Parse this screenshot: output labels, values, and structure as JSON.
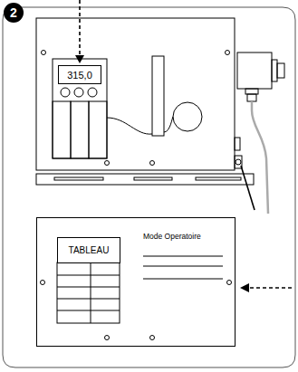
{
  "diagram": {
    "nodes": [
      {
        "text": [
          "2"
        ]
      },
      {
        "text": [
          "315,0"
        ]
      },
      {
        "text": [
          "Mode Operatoire"
        ]
      },
      {
        "text": [
          "TABLEAU"
        ],
        "in": 2
      }
    ]
  }
}
